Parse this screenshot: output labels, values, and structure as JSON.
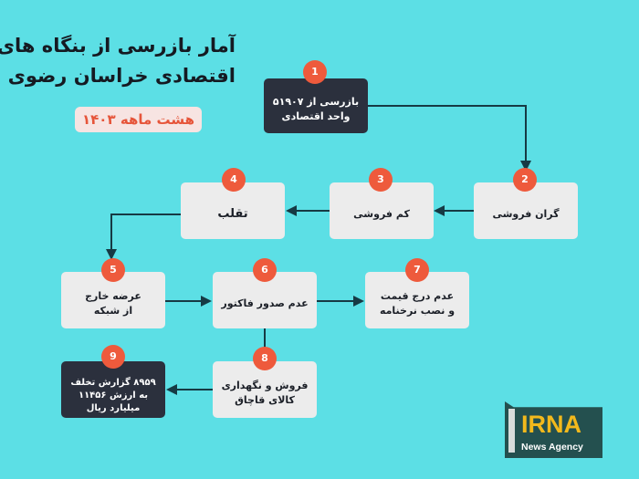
{
  "header": {
    "title": "آمار بازرسی از بنگاه های\nاقتصادی خراسان رضوی",
    "subtitle": "هشت ماهه ۱۴۰۳"
  },
  "steps": [
    {
      "number": "1",
      "text": "بازرسی از ۵۱۹۰۷\nواحد اقتصادی"
    },
    {
      "number": "2",
      "text": "گران فروشی"
    },
    {
      "number": "3",
      "text": "کم فروشی"
    },
    {
      "number": "4",
      "text": "تقلب"
    },
    {
      "number": "5",
      "text": "عرضه خارج\nاز شبکه"
    },
    {
      "number": "6",
      "text": "عدم صدور فاکتور"
    },
    {
      "number": "7",
      "text": "عدم درج قیمت\nو نصب نرخنامه"
    },
    {
      "number": "8",
      "text": "فروش و نگهداری\nکالای قاچاق"
    },
    {
      "number": "9",
      "text": "۸۹۵۹ گزارش تخلف\nبه ارزش ۱۱۴۵۶\nمیلیارد ریال"
    }
  ],
  "logo": {
    "name": "IRNA",
    "tagline": "News Agency"
  },
  "colors": {
    "background": "#5cdfe5",
    "badge": "#ee5a3c",
    "dark_box": "#2b303d",
    "light_box": "#ececec",
    "logo_text": "#f2b91c"
  }
}
